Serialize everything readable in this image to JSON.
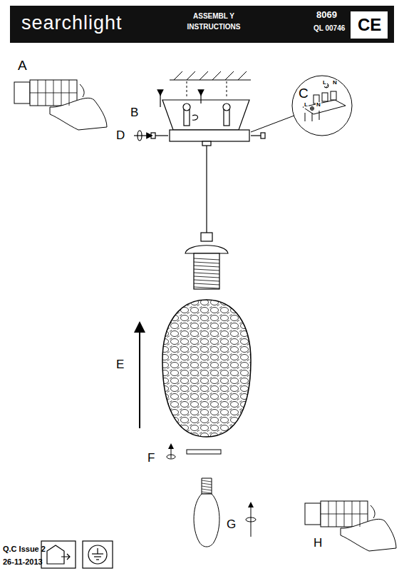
{
  "diagram": {
    "title": "ASSEMBL Y INSTRUCTIONS",
    "labels": [
      "searchlight",
      "8069",
      "QL 00746",
      "CE",
      "A",
      "B",
      "C",
      "L",
      "N",
      "L",
      "N",
      "D",
      "E",
      "F",
      "G",
      "H",
      "Q.C Issue 2",
      "26-11-2013"
    ]
  }
}
